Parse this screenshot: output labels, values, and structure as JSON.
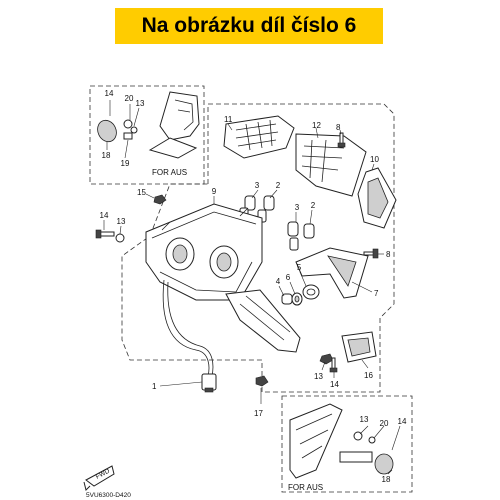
{
  "header": {
    "title": "Na obrázku díl číslo 6"
  },
  "inset_top": {
    "label": "FOR AUS"
  },
  "inset_bottom": {
    "label": "FOR AUS"
  },
  "diagram_ref": "5VU6300-D420",
  "fwd_label": "FWD",
  "callouts": {
    "c1": "1",
    "c2a": "2",
    "c2b": "2",
    "c3a": "3",
    "c3b": "3",
    "c4": "4",
    "c5": "5",
    "c6": "6",
    "c7": "7",
    "c8a": "8",
    "c8b": "8",
    "c9": "9",
    "c10": "10",
    "c11": "11",
    "c12": "12",
    "c13a": "13",
    "c13b": "13",
    "c13c": "13",
    "c13d": "13",
    "c14a": "14",
    "c14b": "14",
    "c14c": "14",
    "c14d": "14",
    "c15": "15",
    "c16": "16",
    "c17": "17",
    "c18a": "18",
    "c18b": "18",
    "c19": "19",
    "c20a": "20",
    "c20b": "20"
  }
}
